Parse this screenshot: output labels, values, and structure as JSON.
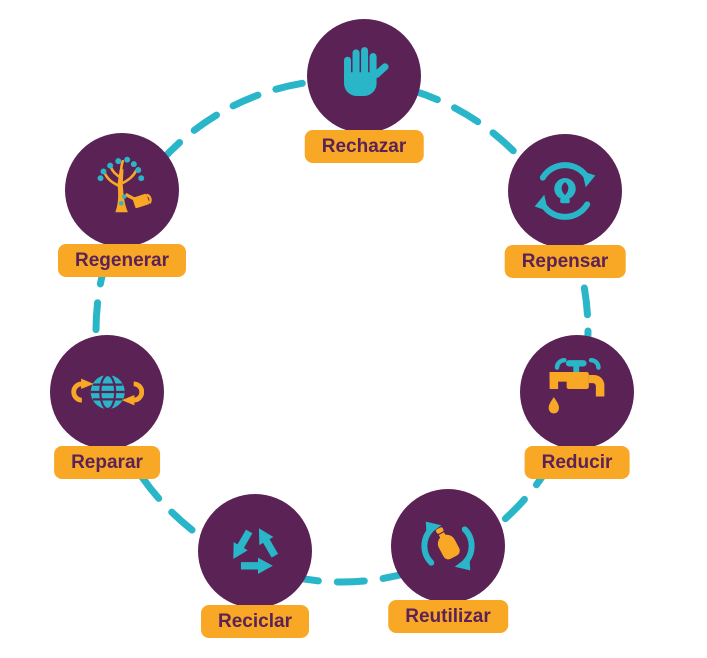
{
  "colors": {
    "purple": "#5B2256",
    "teal": "#29B6C9",
    "orange": "#F9A826"
  },
  "nodes": [
    {
      "label": "Rechazar",
      "icon": "hand-stop-icon"
    },
    {
      "label": "Repensar",
      "icon": "lightbulb-rethink-icon"
    },
    {
      "label": "Reducir",
      "icon": "faucet-drop-icon"
    },
    {
      "label": "Reutilizar",
      "icon": "reuse-bottle-icon"
    },
    {
      "label": "Reciclar",
      "icon": "recycle-icon"
    },
    {
      "label": "Reparar",
      "icon": "globe-repair-icon"
    },
    {
      "label": "Regenerar",
      "icon": "tree-watering-can-icon"
    }
  ]
}
